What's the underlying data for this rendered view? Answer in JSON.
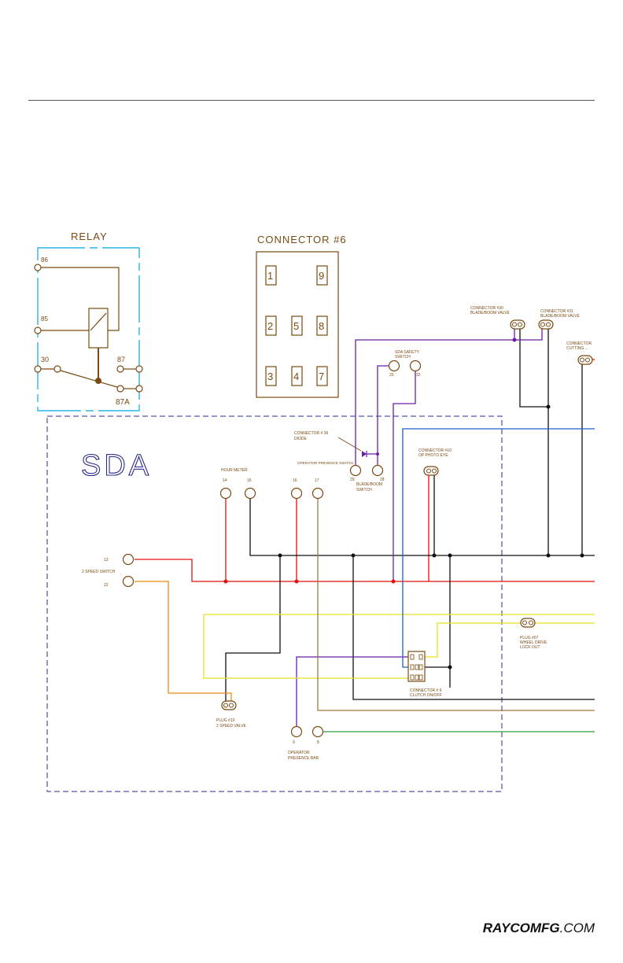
{
  "page": {
    "footer_brand": "RAYCOMFG",
    "footer_domain": ".COM"
  },
  "relay": {
    "title": "RELAY",
    "terminals": [
      "86",
      "85",
      "30",
      "87",
      "87A"
    ]
  },
  "connector6": {
    "title": "CONNECTOR #6",
    "pins": [
      "1",
      "9",
      "2",
      "5",
      "8",
      "3",
      "4",
      "7"
    ]
  },
  "sda": {
    "title": "SDA",
    "labels": {
      "hour_meter": "HOUR METER",
      "operator_presence_switch": "OPERATOR PRESENCE SWITCH",
      "two_speed_switch": "2 SPEED SWITCH",
      "plug_2_speed_valve_1": "PLUG #10",
      "plug_2_speed_valve_2": "2 SPEED VALVE",
      "operator_presence_bar_1": "OPERATOR",
      "operator_presence_bar_2": "PRESENCE BAR",
      "connector_36_1": "CONNECTOR # 36",
      "connector_36_2": "DIODE",
      "blade_boom_switch_1": "BLADE/BOOM",
      "blade_boom_switch_2": "SWITCH",
      "sda_safety_switch_1": "SDA SAFETY",
      "sda_safety_switch_2": "SWITCH",
      "connector_op_eye_1": "CONNECTOR #10",
      "connector_op_eye_2": "OP PHOTO EYE",
      "connector_30_1": "CONNECTOR #30",
      "connector_30_2": "BLADE/BOOM VALVE",
      "connector_31_1": "CONNECTOR #31",
      "connector_31_2": "BLADE/BOOM VALVE",
      "connector_cutting_1": "CONNECTOR",
      "connector_cutting_2": "CUTTING ...",
      "plug_wheel_drive_1": "PLUG #07",
      "plug_wheel_drive_2": "WHEEL DRIVE",
      "plug_wheel_drive_3": "LOCK OUT",
      "connector_clutch_1": "CONNECTOR # 6",
      "connector_clutch_2": "CLUTCH ON/OFF"
    },
    "terminal_numbers": {
      "t14": "14",
      "t15": "15",
      "t16": "16",
      "t17": "17",
      "t13": "13",
      "t12": "12",
      "t9": "9",
      "t8": "8",
      "t29": "29",
      "t28": "28",
      "t33": "33",
      "t32": "32"
    }
  },
  "colors": {
    "outline": "#7a4a12",
    "relay_box": "#29b6e6",
    "sda_box": "#2a2a8c",
    "red": "#e01010",
    "black": "#111111",
    "purple": "#6a1fa8",
    "yellow": "#e8e020",
    "orange": "#f08a10",
    "green": "#30a040",
    "blue": "#1f5fd0",
    "brown": "#a07840"
  }
}
